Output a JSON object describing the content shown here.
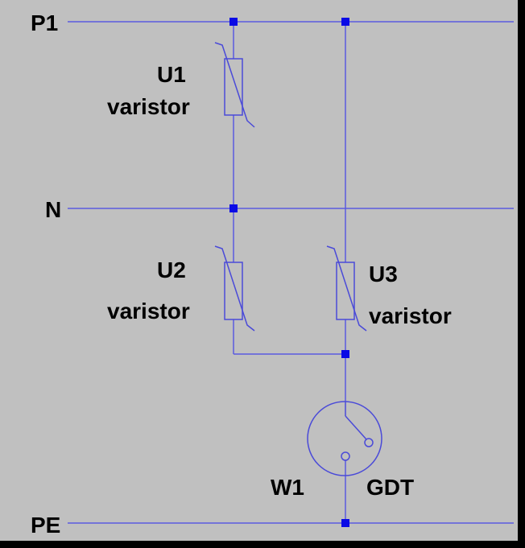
{
  "colors": {
    "background": "#c0c0c0",
    "frame": "#000000",
    "wire": "#5a5ae0",
    "component": "#4a4ad8",
    "junction": "#0a0ae6",
    "text": "#000000"
  },
  "nets": {
    "p1": "P1",
    "n": "N",
    "pe": "PE"
  },
  "components": {
    "u1": {
      "ref": "U1",
      "value": "varistor",
      "icon": "varistor-icon"
    },
    "u2": {
      "ref": "U2",
      "value": "varistor",
      "icon": "varistor-icon"
    },
    "u3": {
      "ref": "U3",
      "value": "varistor",
      "icon": "varistor-icon"
    },
    "w1": {
      "ref": "W1",
      "value": "GDT",
      "icon": "gas-discharge-tube-icon"
    }
  }
}
